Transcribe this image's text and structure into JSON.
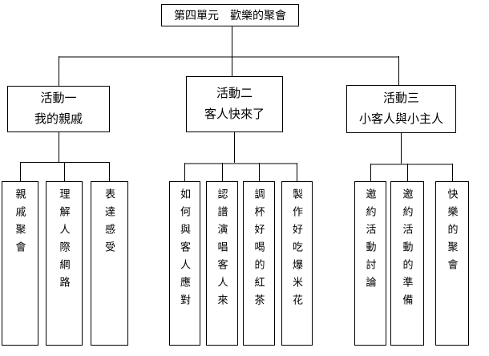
{
  "root": {
    "title": "第四單元　歡樂的聚會"
  },
  "activities": [
    {
      "line1": "活動一",
      "line2": "我的親戚"
    },
    {
      "line1": "活動二",
      "line2": "客人快來了"
    },
    {
      "line1": "活動三",
      "line2": "小客人與小主人"
    }
  ],
  "leaves": [
    {
      "label": "親戚聚會"
    },
    {
      "label": "理解人際網路"
    },
    {
      "label": "表達感受"
    },
    {
      "label": "如何與客人應對"
    },
    {
      "label": "認譜演唱客人來"
    },
    {
      "label": "調杯好喝的紅茶"
    },
    {
      "label": "製作好吃爆米花"
    },
    {
      "label": "邀約活動討論"
    },
    {
      "label": "邀約活動的準備"
    },
    {
      "label": "快樂的聚會"
    }
  ],
  "colors": {
    "background": "#ffffff",
    "box_border": "#000000",
    "text": "#000000",
    "connector_vertical": "#000000",
    "connector_horizontal": "#808080"
  }
}
